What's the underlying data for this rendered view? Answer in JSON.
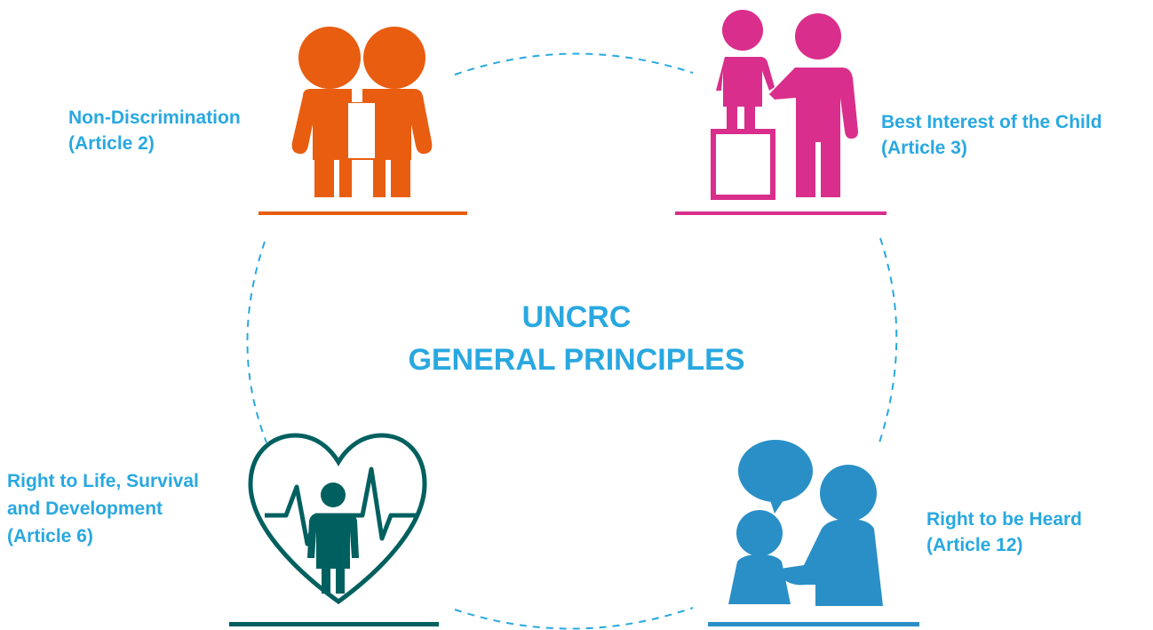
{
  "title": {
    "line1": "UNCRC",
    "line2": "GENERAL PRINCIPLES"
  },
  "principles": [
    {
      "name": "Non-Discrimination",
      "article": "(Article 2)",
      "color": "#e85d10",
      "icon": "two-children-icon"
    },
    {
      "name": "Best Interest of the Child",
      "article": "(Article 3)",
      "color": "#d92e8c",
      "icon": "child-with-adult-icon"
    },
    {
      "name_line1": "Right to Life, Survival",
      "name_line2": "and Development",
      "article": "(Article 6)",
      "color": "#00605f",
      "icon": "heart-child-icon"
    },
    {
      "name": "Right to be Heard",
      "article": "(Article 12)",
      "color": "#2a8fc6",
      "icon": "speaking-adult-child-icon"
    }
  ],
  "colors": {
    "text": "#29a8e0",
    "dashed_circle": "#29a8e0"
  }
}
